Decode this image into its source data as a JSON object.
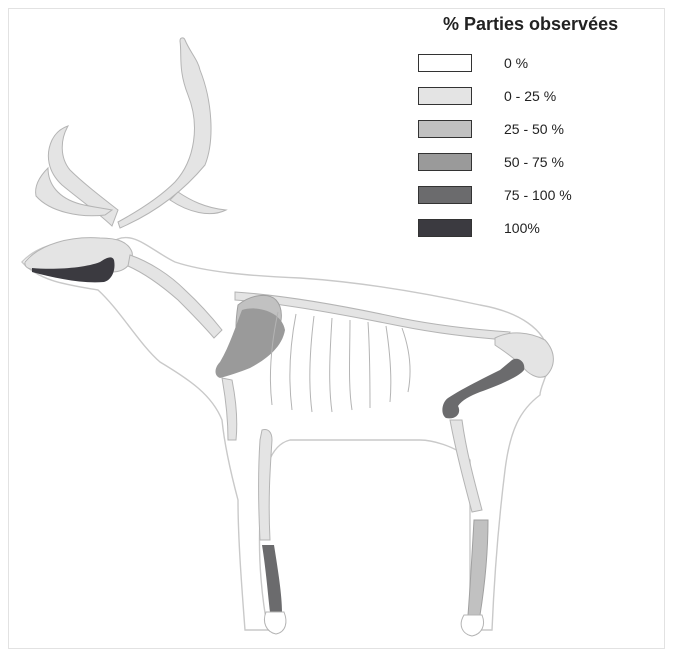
{
  "legend": {
    "title": "% Parties observées",
    "items": [
      {
        "label": "0 %",
        "color": "#ffffff"
      },
      {
        "label": "0 - 25 %",
        "color": "#e4e4e4"
      },
      {
        "label": "25 - 50 %",
        "color": "#c1c1c1"
      },
      {
        "label": "50 - 75 %",
        "color": "#9a9a9a"
      },
      {
        "label": "75 - 100 %",
        "color": "#6b6b6d"
      },
      {
        "label": "100%",
        "color": "#3b3a40"
      }
    ]
  },
  "colors": {
    "outline": "#c9c9c9",
    "bone_light": "#e4e4e4",
    "bone_mid": "#c1c1c1",
    "bone_dark": "#9a9a9a",
    "bone_darker": "#6b6b6d",
    "bone_darkest": "#3b3a40"
  }
}
